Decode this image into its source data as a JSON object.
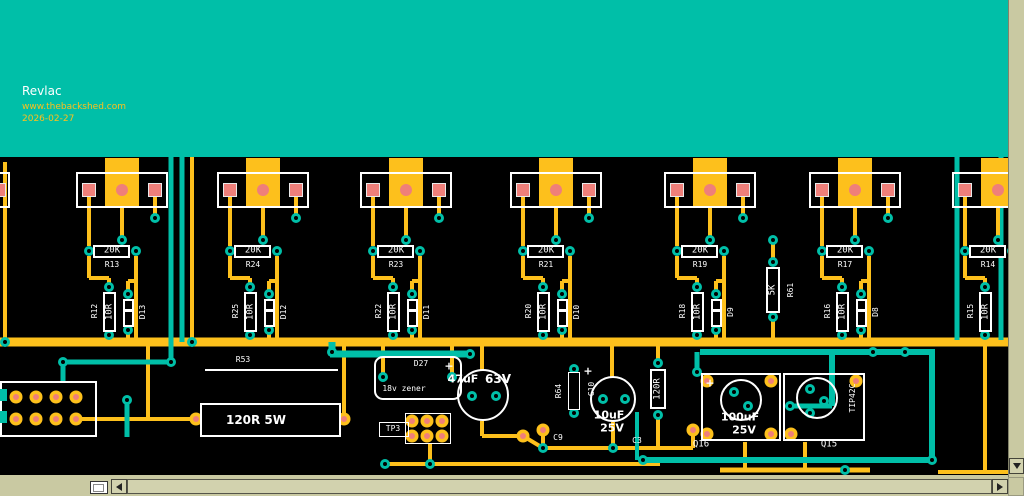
{
  "colors": {
    "plane": "#00bfa8",
    "copper": "#fdc01c",
    "pad": "#ef7f7a",
    "board": "#000000",
    "silk": "#ffffff",
    "window_bg": "#c9c9a2"
  },
  "plane_text": {
    "title": "Revlac",
    "website": "www.thebackshed.com",
    "date": "2026-02-27"
  },
  "columns": [
    {
      "res20k": "20K",
      "ref20k": "R13",
      "res10r": "10R",
      "ref10r": "R12",
      "diode": "D13"
    },
    {
      "res20k": "20K",
      "ref20k": "R24",
      "res10r": "10R",
      "ref10r": "R25",
      "diode": "D12"
    },
    {
      "res20k": "20K",
      "ref20k": "R23",
      "res10r": "10R",
      "ref10r": "R22",
      "diode": "D11"
    },
    {
      "res20k": "20K",
      "ref20k": "R21",
      "res10r": "10R",
      "ref10r": "R20",
      "diode": "D10"
    },
    {
      "res20k": "20K",
      "ref20k": "R19",
      "res10r": "10R",
      "ref10r": "R18",
      "diode": "D9"
    },
    {
      "res20k": "20K",
      "ref20k": "R17",
      "res10r": "10R",
      "ref10r": "R16",
      "diode": "D8"
    },
    {
      "res20k": "20K",
      "ref20k": "R14",
      "res10r": "10R",
      "ref10r": "R15",
      "diode": ""
    }
  ],
  "r61": {
    "value": "5K",
    "ref": "R61"
  },
  "bottom": {
    "r53_ref": "R53",
    "power_res": "120R 5W",
    "d27_ref": "D27",
    "zener": "18v zener",
    "tp3": "TP3",
    "plus": "+",
    "cap1_value": "47uF",
    "cap1_volt": "63V",
    "cap2_value": "10uF",
    "cap2_volt": "25V",
    "cap2_ref": "C10",
    "r64_ref": "R64",
    "c9_ref": "C9",
    "c3_ref": "C3",
    "r120": "120R",
    "cap3_value": "100uF",
    "cap3_volt": "25V",
    "q16_ref": "Q16",
    "q15_ref": "Q15",
    "q15_part": "TIP42C"
  }
}
